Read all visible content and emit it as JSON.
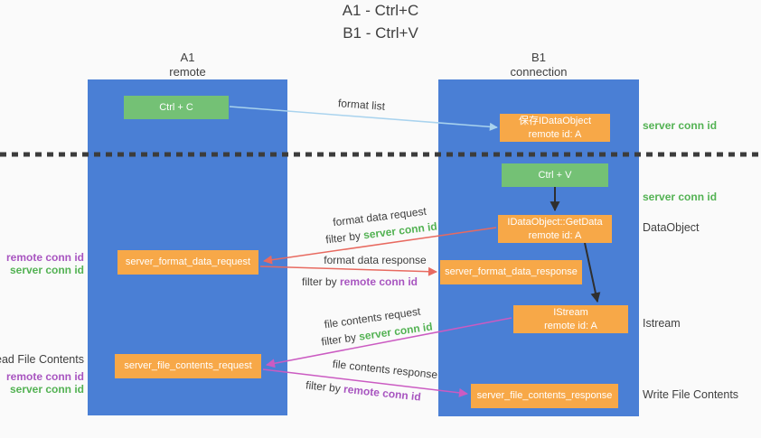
{
  "title": {
    "line1": "A1 - Ctrl+C",
    "line2": "B1 - Ctrl+V"
  },
  "lanes": {
    "left": {
      "id": "A1",
      "name": "remote"
    },
    "right": {
      "id": "B1",
      "name": "connection"
    }
  },
  "nodes": {
    "ctrl_c": {
      "label": "Ctrl + C"
    },
    "ctrl_v": {
      "label": "Ctrl + V"
    },
    "save_idataobject": {
      "line1": "保存IDataObject",
      "line2": "remote id: A"
    },
    "getdata": {
      "line1": "IDataObject::GetData",
      "line2": "remote id: A"
    },
    "istream": {
      "line1": "IStream",
      "line2": "remote id: A"
    },
    "format_request": {
      "label": "server_format_data_request"
    },
    "format_response": {
      "label": "server_format_data_response"
    },
    "file_request": {
      "label": "server_file_contents_request"
    },
    "file_response": {
      "label": "server_file_contents_response"
    }
  },
  "arrow_labels": {
    "format_list": "format list",
    "format_data_request": "format data request",
    "format_data_response": "format data response",
    "file_contents_request": "file contents request",
    "file_contents_response": "file contents response",
    "filter_by": "filter by ",
    "server_conn_id": "server conn id",
    "remote_conn_id": "remote conn id"
  },
  "side_labels": {
    "right_server_conn_1": "server conn id",
    "right_server_conn_2": "server conn id",
    "dataobject": "DataObject",
    "istream": "Istream",
    "write_file_contents": "Write File Contents",
    "left_remote_conn_1": "remote conn id",
    "left_server_conn_1": "server conn id",
    "read_file_contents": "Read File Contents",
    "left_remote_conn_2": "remote conn id",
    "left_server_conn_2": "server conn id"
  },
  "colors": {
    "lane_blue": "#4a7fd5",
    "node_green": "#74c175",
    "node_orange": "#f7a848",
    "arrow_lightblue": "#a9d3ee",
    "arrow_red": "#e86a60",
    "arrow_magenta": "#cb5bc2",
    "arrow_black": "#2f2f2f",
    "text_green": "#53b253",
    "text_purple": "#a855c0",
    "text_dark": "#3f3f3f"
  }
}
